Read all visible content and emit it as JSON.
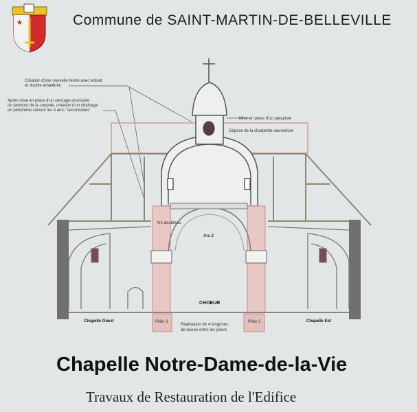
{
  "header": {
    "commune": "Commune de SAINT-MARTIN-DE-BELLEVILLE"
  },
  "diagram": {
    "annotations": {
      "ferme": [
        "Création d'une nouvelle ferme avec entrait",
        "et double arbalétrier"
      ],
      "cerclage": [
        "Après mise en place d'un cerclage provisoire",
        "du tambour de la coupole, création d'un chaînage",
        "en périphérie suivant les 4 arcs \"secondaires\""
      ],
      "parapluie": "Mise en place d'un parapluie",
      "depose": "Dépose de la charpente-couverture",
      "arc_doubleau": "Arc doubleau",
      "arc2": "Arc 2",
      "choeur": "CHOEUR",
      "pilier3": "Pilier 3",
      "pilier2": "Pilier 2",
      "longrines": [
        "Réalisation de 4 longrines",
        "de liaison entre les piliers"
      ],
      "chapelle_ouest": "Chapelle Ouest",
      "chapelle_est": "Chapelle Est"
    },
    "colors": {
      "restoration": "#c98a86",
      "pillar_fill": "#e8c8c4",
      "wall": "#6e6e6e"
    }
  },
  "footer": {
    "title": "Chapelle Notre-Dame-de-la-Vie",
    "subtitle": "Travaux de Restauration de l'Edifice"
  }
}
